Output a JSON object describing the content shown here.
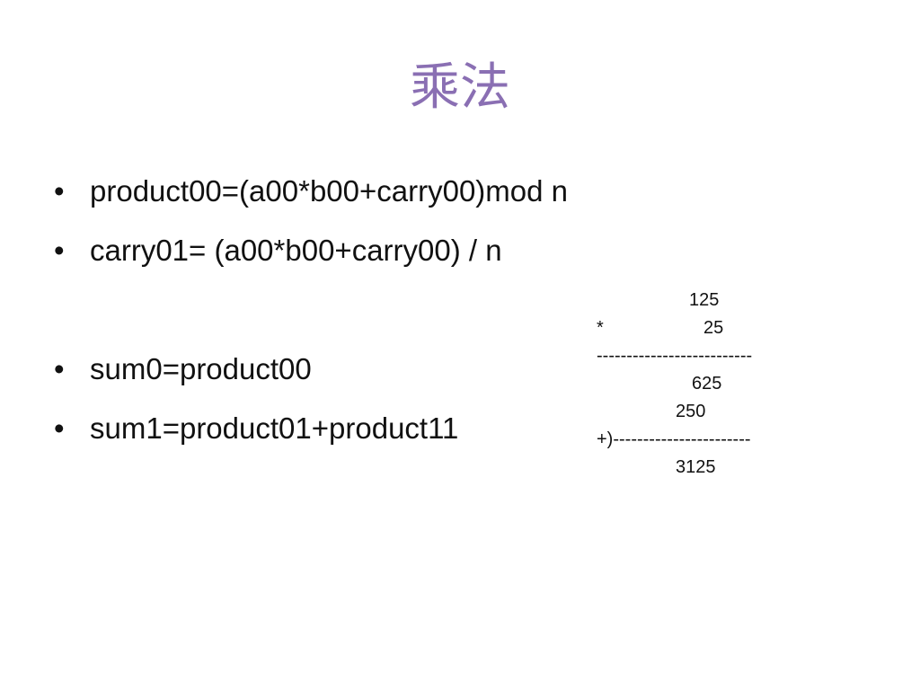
{
  "slide": {
    "title": "乘法",
    "bullet_char": "•",
    "bullets": [
      "product00=(a00*b00+carry00)mod n",
      "carry01= (a00*b00+carry00) / n",
      "sum0=product00",
      "sum1=product01+product11"
    ]
  },
  "calculation": {
    "multiplicand": "125",
    "operator": "*",
    "multiplier": "25",
    "separator1": "--------------------------",
    "partial1": "625",
    "partial2": "250",
    "separator2": "+)-----------------------",
    "result": "3125"
  }
}
